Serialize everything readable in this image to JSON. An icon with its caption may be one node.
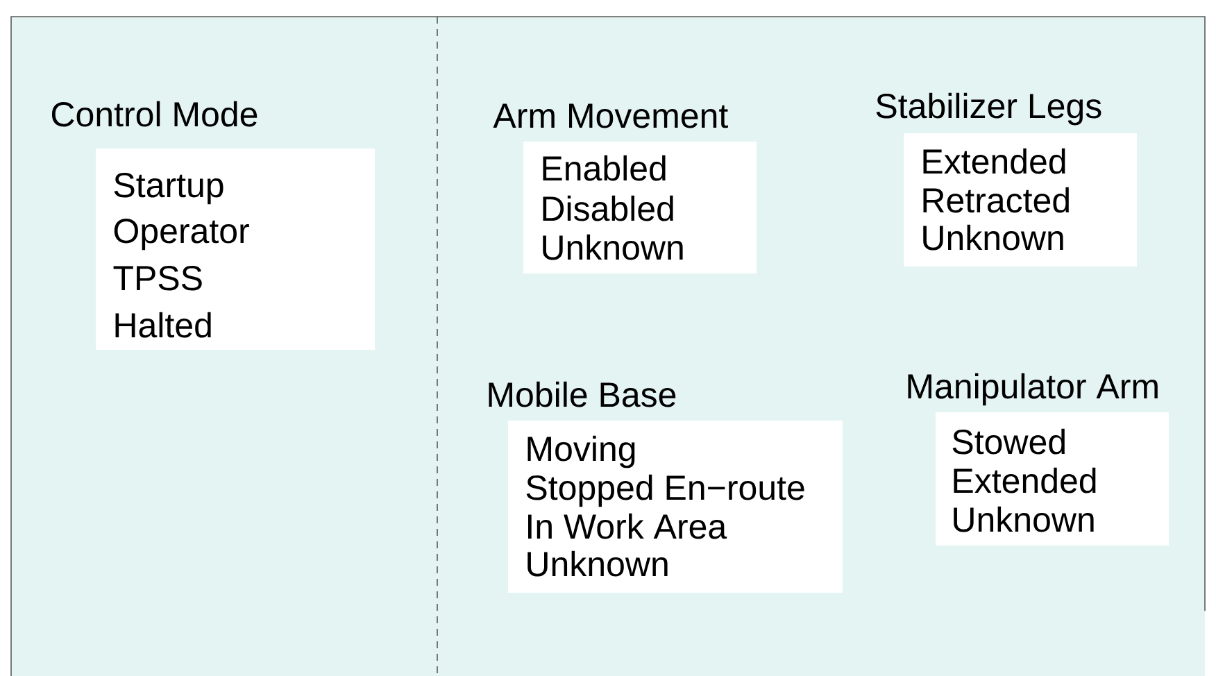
{
  "diagram": {
    "nodes": [
      {
        "text": [
          "Control Mode",
          "Startup",
          "Operator",
          "TPSS",
          "Halted"
        ]
      },
      {
        "text": [
          "Arm Movement",
          "Enabled",
          "Disabled",
          "Unknown"
        ]
      },
      {
        "text": [
          "Stabilizer Legs",
          "Extended",
          "Retracted",
          "Unknown"
        ]
      },
      {
        "text": [
          "Mobile Base",
          "Moving",
          "Stopped En−route",
          "In Work Area",
          "Unknown"
        ]
      },
      {
        "text": [
          "Manipulator Arm",
          "Stowed",
          "Extended",
          "Unknown"
        ]
      }
    ]
  }
}
